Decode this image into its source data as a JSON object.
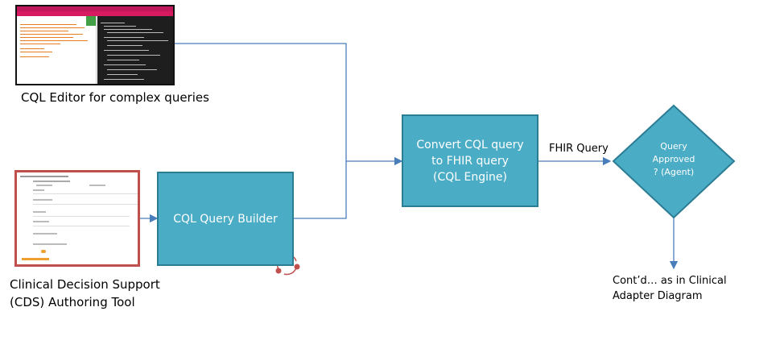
{
  "diagram": {
    "editor_caption": "CQL Editor for complex queries",
    "cds_caption_line1": "Clinical Decision Support",
    "cds_caption_line2": "(CDS) Authoring Tool",
    "builder_label": "CQL Query Builder",
    "convert_line1": "Convert CQL query",
    "convert_line2": "to FHIR query",
    "convert_line3": "(CQL Engine)",
    "edge_label": "FHIR Query",
    "decision_line1": "Query",
    "decision_line2": "Approved",
    "decision_line3": "? (Agent)",
    "contd_line1": "Cont’d… as in Clinical",
    "contd_line2": "Adapter Diagram"
  },
  "colors": {
    "process_fill": "#4bacc6",
    "process_border": "#2b7d94",
    "connector": "#4a7ebb",
    "cds_border": "#c0504d",
    "cycle_icon": "#c0504d"
  },
  "icons": {
    "cycle": "cycle-icon"
  }
}
